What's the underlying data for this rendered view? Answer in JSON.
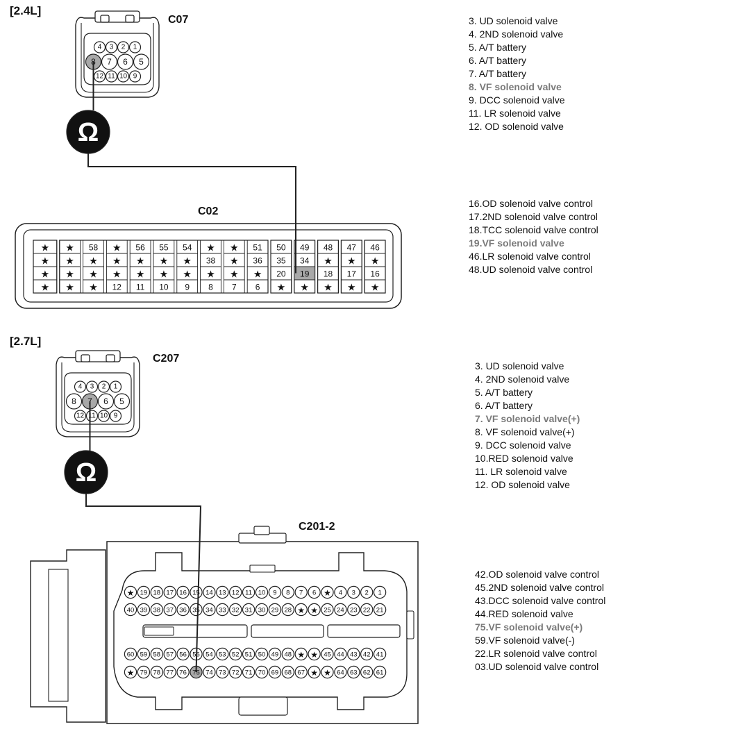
{
  "sections": [
    {
      "label": "[2.4L]",
      "connector_a": {
        "name": "C07",
        "top_row": [
          "4",
          "3",
          "2",
          "1"
        ],
        "mid_row": [
          "8",
          "7",
          "6",
          "5"
        ],
        "bottom_row": [
          "12",
          "11",
          "10",
          "9"
        ],
        "highlight": "8"
      },
      "meter_symbol": "Ω",
      "connector_b": {
        "name": "C02",
        "rows": [
          [
            "★",
            "★",
            "58",
            "★",
            "56",
            "55",
            "54",
            "★",
            "★",
            "51",
            "50",
            "49",
            "48",
            "47",
            "46"
          ],
          [
            "★",
            "★",
            "★",
            "★",
            "★",
            "★",
            "★",
            "38",
            "★",
            "36",
            "35",
            "34",
            "★",
            "★",
            "★"
          ],
          [
            "★",
            "★",
            "★",
            "★",
            "★",
            "★",
            "★",
            "★",
            "★",
            "★",
            "20",
            "19",
            "18",
            "17",
            "16"
          ],
          [
            "★",
            "★",
            "★",
            "12",
            "11",
            "10",
            "9",
            "8",
            "7",
            "6",
            "★",
            "★",
            "★",
            "★",
            "★"
          ]
        ],
        "highlight": "19"
      },
      "legend_a": [
        "3. UD solenoid valve",
        "4. 2ND solenoid valve",
        "5. A/T battery",
        "6. A/T battery",
        "7. A/T battery",
        "8. VF solenoid valve",
        "9. DCC solenoid valve",
        "11. LR solenoid valve",
        "12. OD solenoid valve"
      ],
      "legend_a_highlight": 5,
      "legend_b": [
        "16.OD solenoid valve control",
        "17.2ND solenoid valve control",
        "18.TCC solenoid valve control",
        "19.VF solenoid valve",
        "46.LR solenoid valve control",
        "48.UD solenoid valve control"
      ],
      "legend_b_highlight": 3
    },
    {
      "label": "[2.7L]",
      "connector_a": {
        "name": "C207",
        "top_row": [
          "4",
          "3",
          "2",
          "1"
        ],
        "mid_row": [
          "8",
          "7",
          "6",
          "5"
        ],
        "bottom_row": [
          "12",
          "11",
          "10",
          "9"
        ],
        "highlight": "7"
      },
      "meter_symbol": "Ω",
      "connector_b": {
        "name": "C201-2",
        "rows": [
          [
            "★",
            "19",
            "18",
            "17",
            "16",
            "15",
            "14",
            "13",
            "12",
            "11",
            "10",
            "9",
            "8",
            "7",
            "6",
            "★",
            "4",
            "3",
            "2",
            "1"
          ],
          [
            "40",
            "39",
            "38",
            "37",
            "36",
            "35",
            "34",
            "33",
            "32",
            "31",
            "30",
            "29",
            "28",
            "★",
            "★",
            "25",
            "24",
            "23",
            "22",
            "21"
          ],
          [
            "60",
            "59",
            "58",
            "57",
            "56",
            "55",
            "54",
            "53",
            "52",
            "51",
            "50",
            "49",
            "48",
            "★",
            "★",
            "45",
            "44",
            "43",
            "42",
            "41"
          ],
          [
            "★",
            "79",
            "78",
            "77",
            "76",
            "75",
            "74",
            "73",
            "72",
            "71",
            "70",
            "69",
            "68",
            "67",
            "★",
            "★",
            "64",
            "63",
            "62",
            "61"
          ]
        ],
        "highlight": "75"
      },
      "legend_a": [
        "3. UD solenoid valve",
        "4. 2ND solenoid valve",
        "5. A/T battery",
        "6. A/T battery",
        "7. VF solenoid valve(+)",
        "8. VF solenoid valve(+)",
        "9. DCC solenoid valve",
        "10.RED solenoid valve",
        "11. LR solenoid valve",
        "12. OD solenoid valve"
      ],
      "legend_a_highlight": 4,
      "legend_b": [
        "42.OD solenoid valve control",
        "45.2ND solenoid valve control",
        "43.DCC solenoid valve control",
        "44.RED solenoid valve",
        "75.VF solenoid valve(+)",
        "59.VF solenoid valve(-)",
        "22.LR solenoid valve control",
        "03.UD solenoid valve control"
      ],
      "legend_b_highlight": 4
    }
  ],
  "colors": {
    "line": "#222222",
    "highlight_fill": "#a8a8a8",
    "highlight_text": "#7a7a7a"
  }
}
